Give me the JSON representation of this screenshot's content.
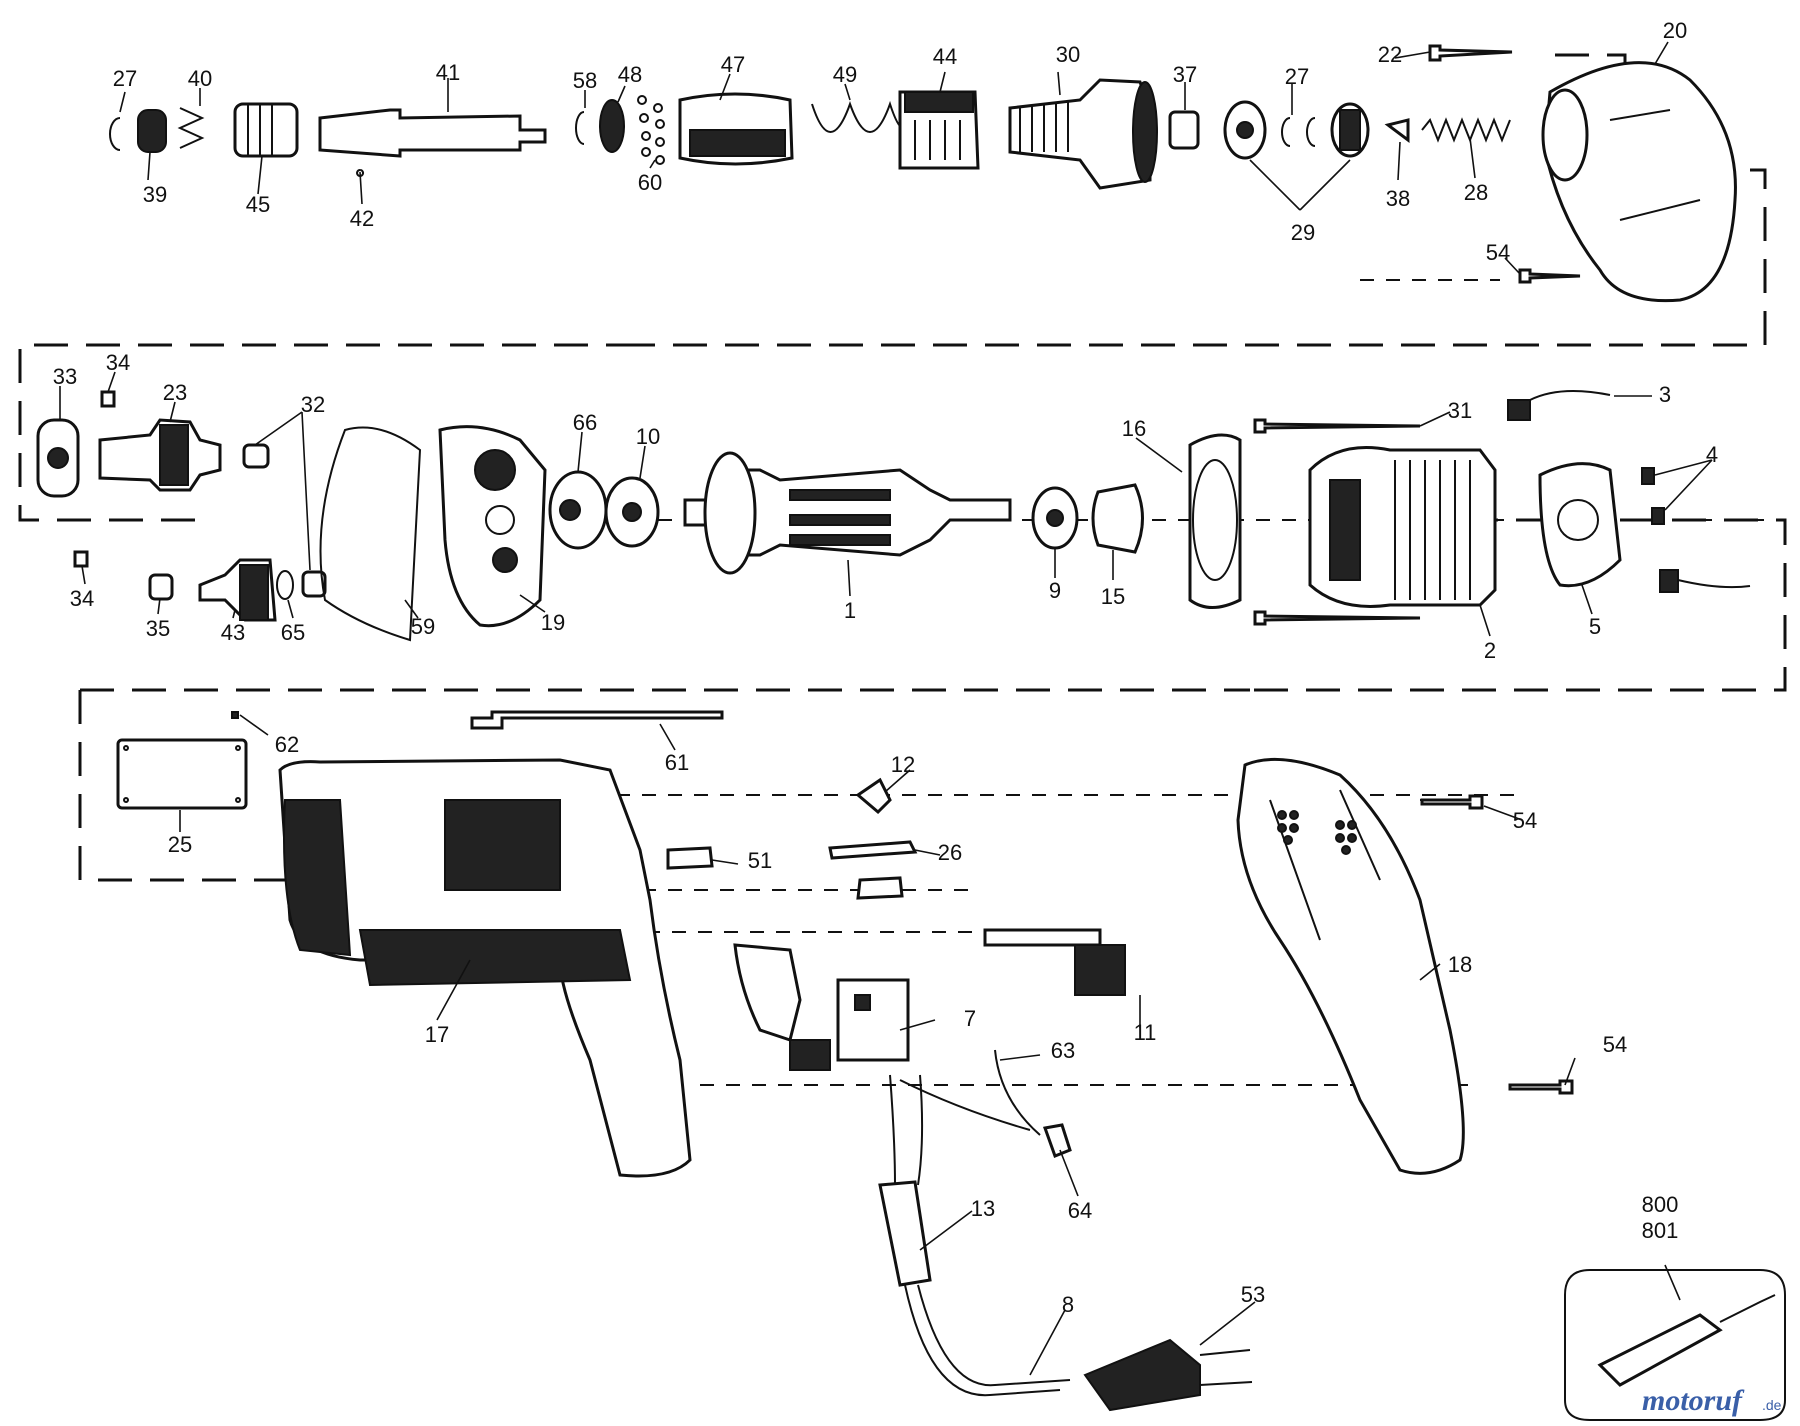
{
  "callouts": [
    "27",
    "40",
    "41",
    "58",
    "48",
    "47",
    "49",
    "44",
    "30",
    "37",
    "27",
    "22",
    "20",
    "39",
    "45",
    "42",
    "60",
    "38",
    "28",
    "29",
    "54",
    "33",
    "34",
    "23",
    "32",
    "66",
    "10",
    "16",
    "31",
    "3",
    "4",
    "34",
    "35",
    "43",
    "65",
    "59",
    "19",
    "9",
    "1",
    "15",
    "2",
    "5",
    "62",
    "61",
    "12",
    "54",
    "26",
    "51",
    "25",
    "17",
    "7",
    "11",
    "18",
    "63",
    "54",
    "64",
    "13",
    "53",
    "8",
    "800",
    "801"
  ],
  "watermark": {
    "part1": "motoruf",
    "part2": ".de",
    "colors": {
      "part1": "#3a5fa8",
      "part2": "#d07a20"
    }
  }
}
